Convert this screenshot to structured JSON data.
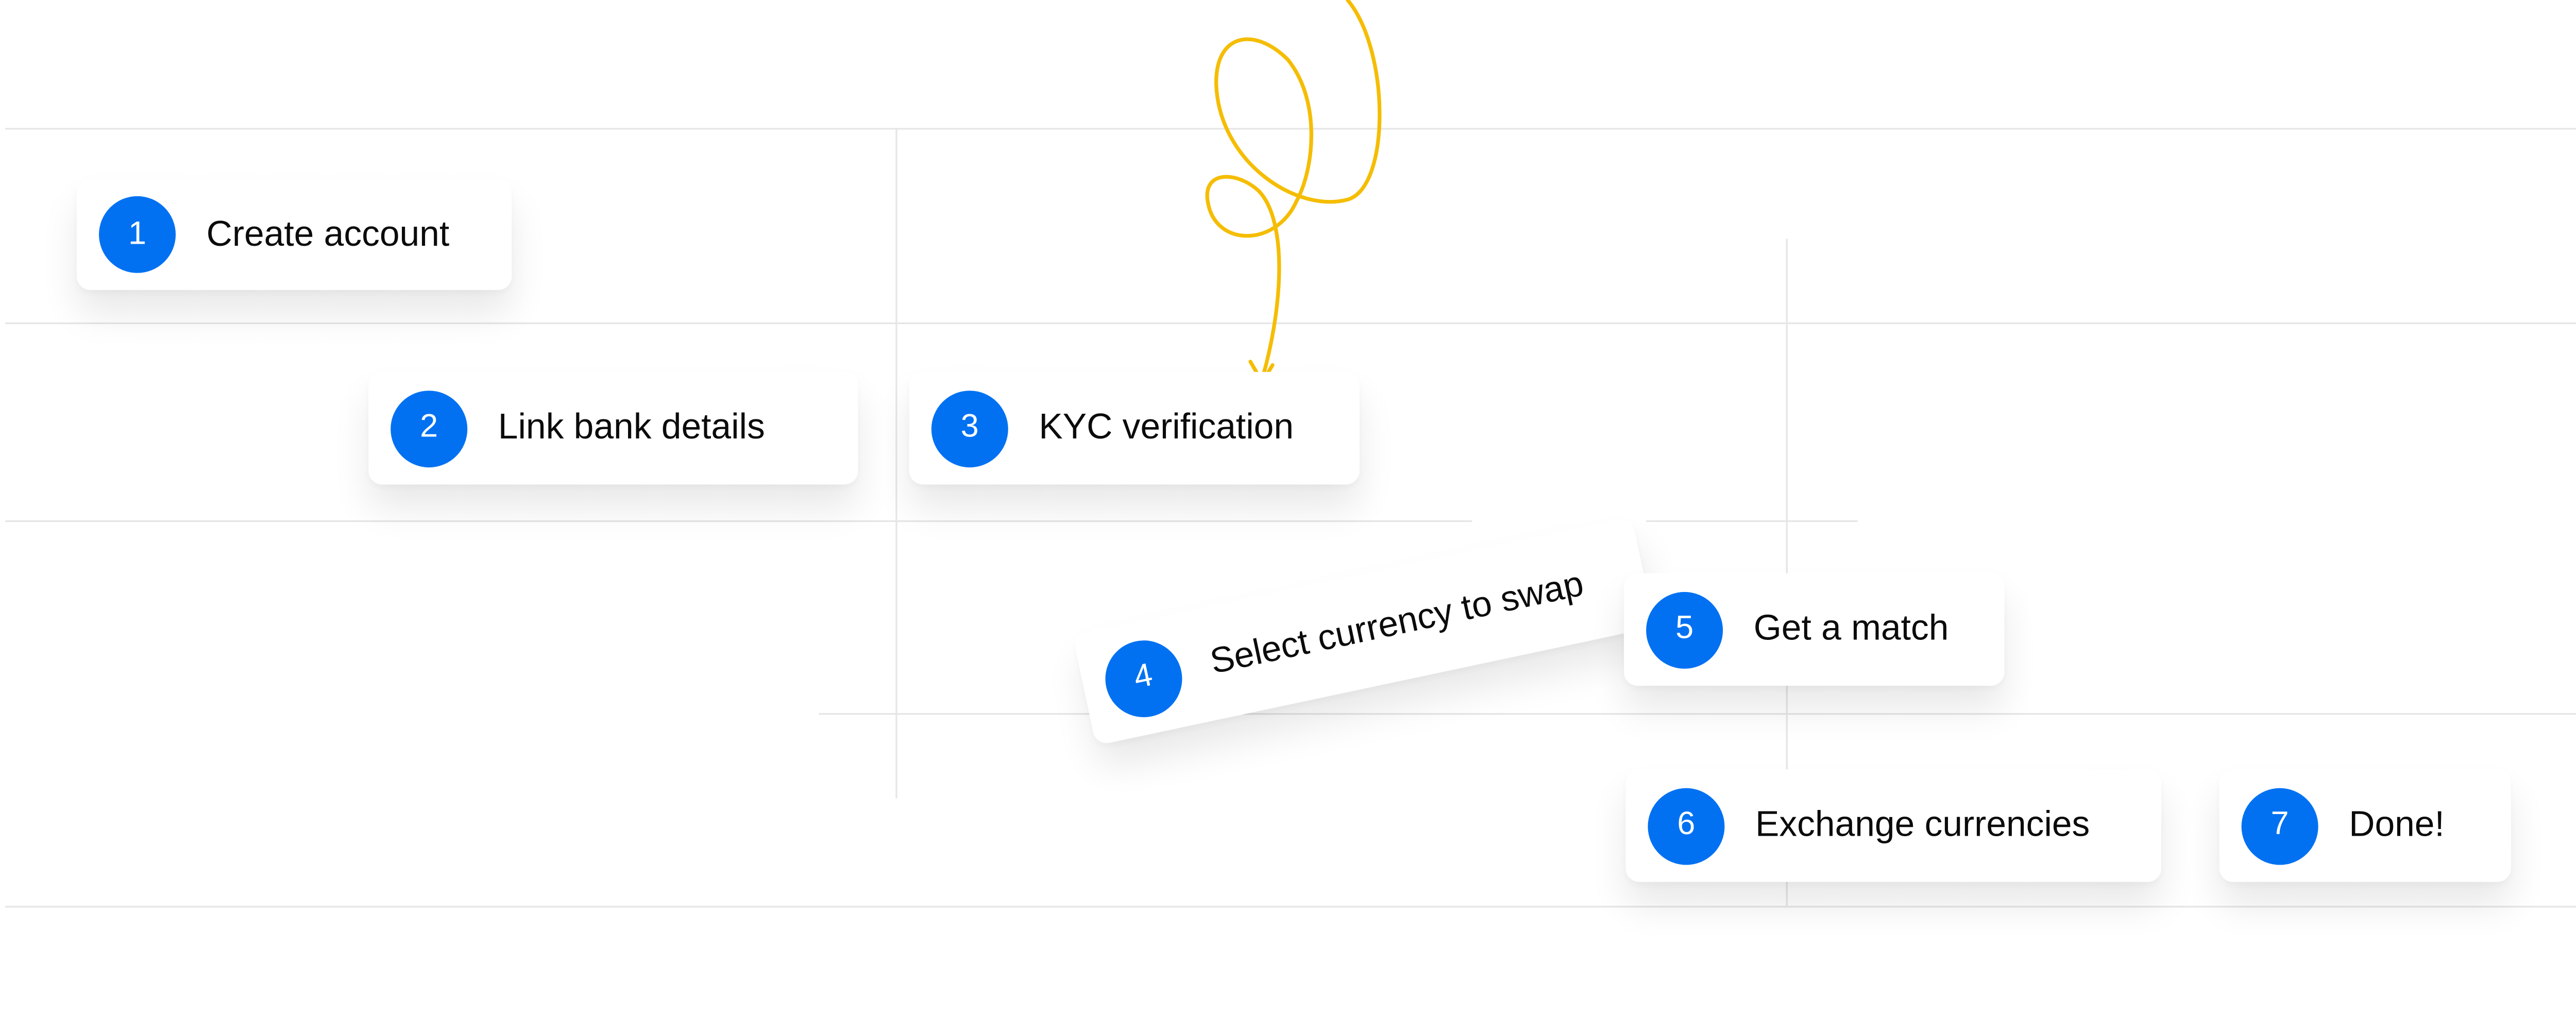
{
  "accent_color": "#0171f2",
  "doodle_color": "#f5bd02",
  "steps": [
    {
      "number": "1",
      "label": "Create account"
    },
    {
      "number": "2",
      "label": "Link bank details"
    },
    {
      "number": "3",
      "label": "KYC verification"
    },
    {
      "number": "4",
      "label": "Select currency to swap"
    },
    {
      "number": "5",
      "label": "Get a match"
    },
    {
      "number": "6",
      "label": "Exchange currencies"
    },
    {
      "number": "7",
      "label": "Done!"
    }
  ]
}
